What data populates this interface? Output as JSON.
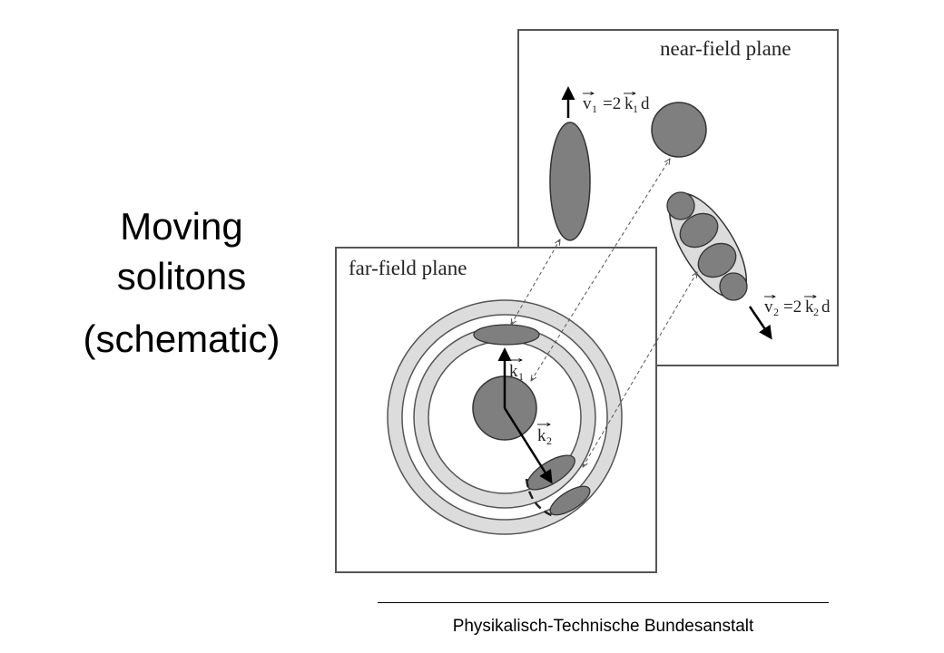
{
  "slide": {
    "title_line1": "Moving",
    "title_line2": "solitons",
    "title_line3": "(schematic)"
  },
  "diagram": {
    "near_field_label": "near-field plane",
    "far_field_label": "far-field plane",
    "k1_label": "k",
    "k1_sub": "1",
    "k2_label": "k",
    "k2_sub": "2",
    "v1_v": "v",
    "v1_sub": "1",
    "v1_eq": "=2",
    "v1_k": "k",
    "v1_ksub": "1",
    "v1_d": "d",
    "v2_v": "v",
    "v2_sub": "2",
    "v2_eq": "=2",
    "v2_k": "k",
    "v2_ksub": "2",
    "v2_d": "d",
    "colors": {
      "soliton_fill": "#7f7f7f",
      "ring_fill": "#dcdcdc",
      "panel_bg": "#ffffff",
      "stroke": "#333333"
    }
  },
  "footer": {
    "text": "Physikalisch-Technische Bundesanstalt"
  }
}
